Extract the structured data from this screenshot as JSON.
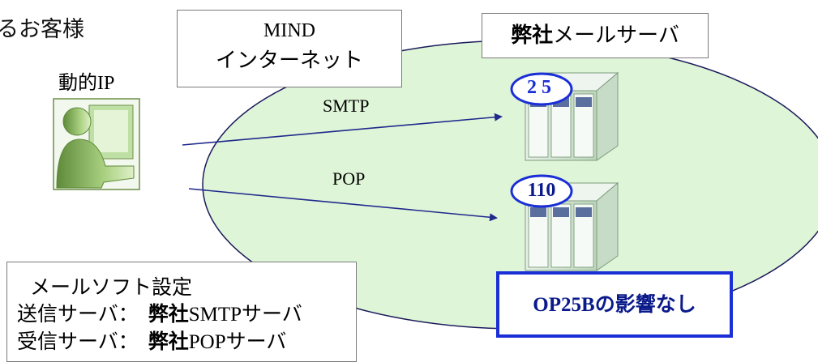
{
  "customer": {
    "title_partial": "るお客様",
    "ip_label": "動的IP"
  },
  "network": {
    "line1": "MIND",
    "line2": "インターネット"
  },
  "server_box": {
    "bold": "弊社",
    "rest": "メールサーバ"
  },
  "flows": {
    "smtp": "SMTP",
    "pop": "POP"
  },
  "ports": {
    "smtp_port": "25",
    "pop_port": "110"
  },
  "settings": {
    "title": "メールソフト設定",
    "send_label": "送信サーバ：",
    "send_bold": "弊社",
    "send_value": "SMTPサーバ",
    "recv_label": "受信サーバ：",
    "recv_bold": "弊社",
    "recv_value": "POPサーバ"
  },
  "result": {
    "prefix": "OP25B",
    "suffix": "の影響なし"
  },
  "colors": {
    "ellipse_fill": "#dff5d8",
    "box_border": "#7a7a7a",
    "arrow": "#1f2a8c",
    "result_border": "#1a2fd6",
    "result_text": "#0a1a8a",
    "port_text": "#1a2fd6"
  }
}
